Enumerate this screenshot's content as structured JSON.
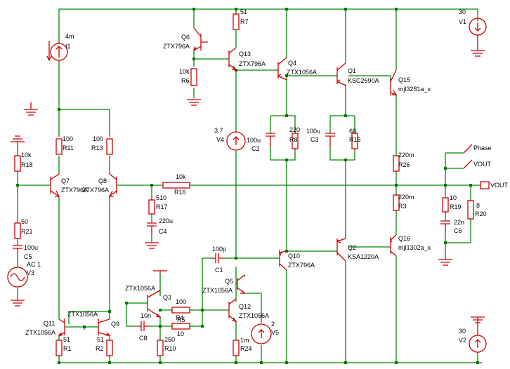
{
  "labels": {
    "v1_val": "30",
    "v1_name": "V1",
    "v2_val": "30",
    "v2_name": "V2",
    "i1_val": "4m",
    "i1_name": "I1",
    "v4_val": "3.7",
    "v4_name": "V4",
    "v5_val": "2",
    "v5_name": "V5",
    "v3_val": "AC 1",
    "v3_name": "V3",
    "q6_name": "Q6",
    "q6_part": "ZTX796A",
    "q13_name": "Q13",
    "q13_part": "ZTX796A",
    "q4_name": "Q4",
    "q4_part": "ZTX1056A",
    "q1_name": "Q1",
    "q1_part": "KSC2690A",
    "q15_name": "Q15",
    "q15_part": "mjl3281a_x",
    "q7_name": "Q7",
    "q7_part": "ZTX796A",
    "q8_name": "Q8",
    "q8_part": "ZTX796A",
    "q10_name": "Q10",
    "q10_part": "ZTX796A",
    "q2_name": "Q2",
    "q2_part": "KSA1220A",
    "q16_name": "Q16",
    "q16_part": "mjl1302a_x",
    "q5_name": "Q5",
    "q5_part": "ZTX1056A",
    "q3_name": "Q3",
    "q3_part": "ZTX1056A",
    "q12_name": "Q12",
    "q12_part": "ZTX1056A",
    "q11_name": "Q11",
    "q11_part": "ZTX1056A",
    "q9_name": "Q9",
    "q9_part": "ZTX1056A",
    "r7_val": "51",
    "r7_name": "R7",
    "r6_val": "10k",
    "r6_name": "R6",
    "r11_val": "100",
    "r11_name": "R11",
    "r13_val": "100",
    "r13_name": "R13",
    "r18_val": "10k",
    "r18_name": "R18",
    "r21_val": "50",
    "r21_name": "R21",
    "r16_val": "10k",
    "r16_name": "R16",
    "r17_val": "510",
    "r17_name": "R17",
    "r8_val": "220",
    "r8_name": "R8",
    "r15_val": "68",
    "r15_name": "R15",
    "r26_val": "220m",
    "r26_name": "R26",
    "r3_val": "220m",
    "r3_name": "R3",
    "r19_val": "10",
    "r19_name": "R19",
    "r20_val": "8",
    "r20_name": "R20",
    "r4_val": "100",
    "r4_name": "R4",
    "r5_val": "10",
    "r5_name": "R5",
    "r1_val": "51",
    "r1_name": "R1",
    "r2_val": "51",
    "r2_name": "R2",
    "r10_val": "250",
    "r10_name": "R10",
    "r24_val": "1m",
    "r24_name": "R24",
    "c2_val": "100u",
    "c2_name": "C2",
    "c3_val": "100u",
    "c3_name": "C3",
    "c4_val": "220u",
    "c4_name": "C4",
    "c5_val": "100u",
    "c5_name": "C5",
    "c6_val": "22n",
    "c6_name": "C6",
    "c1_val": "100p",
    "c1_name": "C1",
    "c8_val": "10n",
    "c8_name": "C8",
    "phase_label": "Phase",
    "vout_probe": "VOUT",
    "vout_port": "VOUT"
  }
}
